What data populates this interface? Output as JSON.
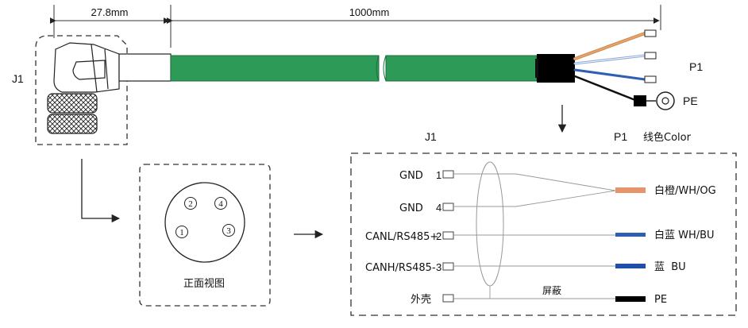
{
  "dimensions": {
    "connector_length": "27.8mm",
    "cable_length": "1000mm"
  },
  "labels": {
    "j1_left": "J1",
    "p1_right": "P1",
    "pe_right": "PE",
    "front_view": "正面视图",
    "j1_table": "J1",
    "p1_table": "P1",
    "wire_color_header": "线色Color",
    "shield": "屏蔽"
  },
  "front_view_pins": [
    "2",
    "4",
    "1",
    "3"
  ],
  "pins": [
    {
      "signal": "GND",
      "pin": "1"
    },
    {
      "signal": "GND",
      "pin": "4"
    },
    {
      "signal": "CANL/RS485+",
      "pin": "2"
    },
    {
      "signal": "CANH/RS485-",
      "pin": "3"
    },
    {
      "signal": "外壳",
      "pin": ""
    }
  ],
  "wires": [
    {
      "label": "白橙/WH/OG",
      "color": "#E8946A"
    },
    {
      "label": "白蓝 WH/BU",
      "color": "#2F5FB0"
    },
    {
      "label": "蓝  BU",
      "color": "#1F4FA8"
    },
    {
      "label": "PE",
      "color": "#000000"
    }
  ],
  "colors": {
    "cable_green": "#2E9A57",
    "cable_green_dark": "#1E7A40",
    "heat_shrink": "#000000",
    "dash": "#333333"
  }
}
